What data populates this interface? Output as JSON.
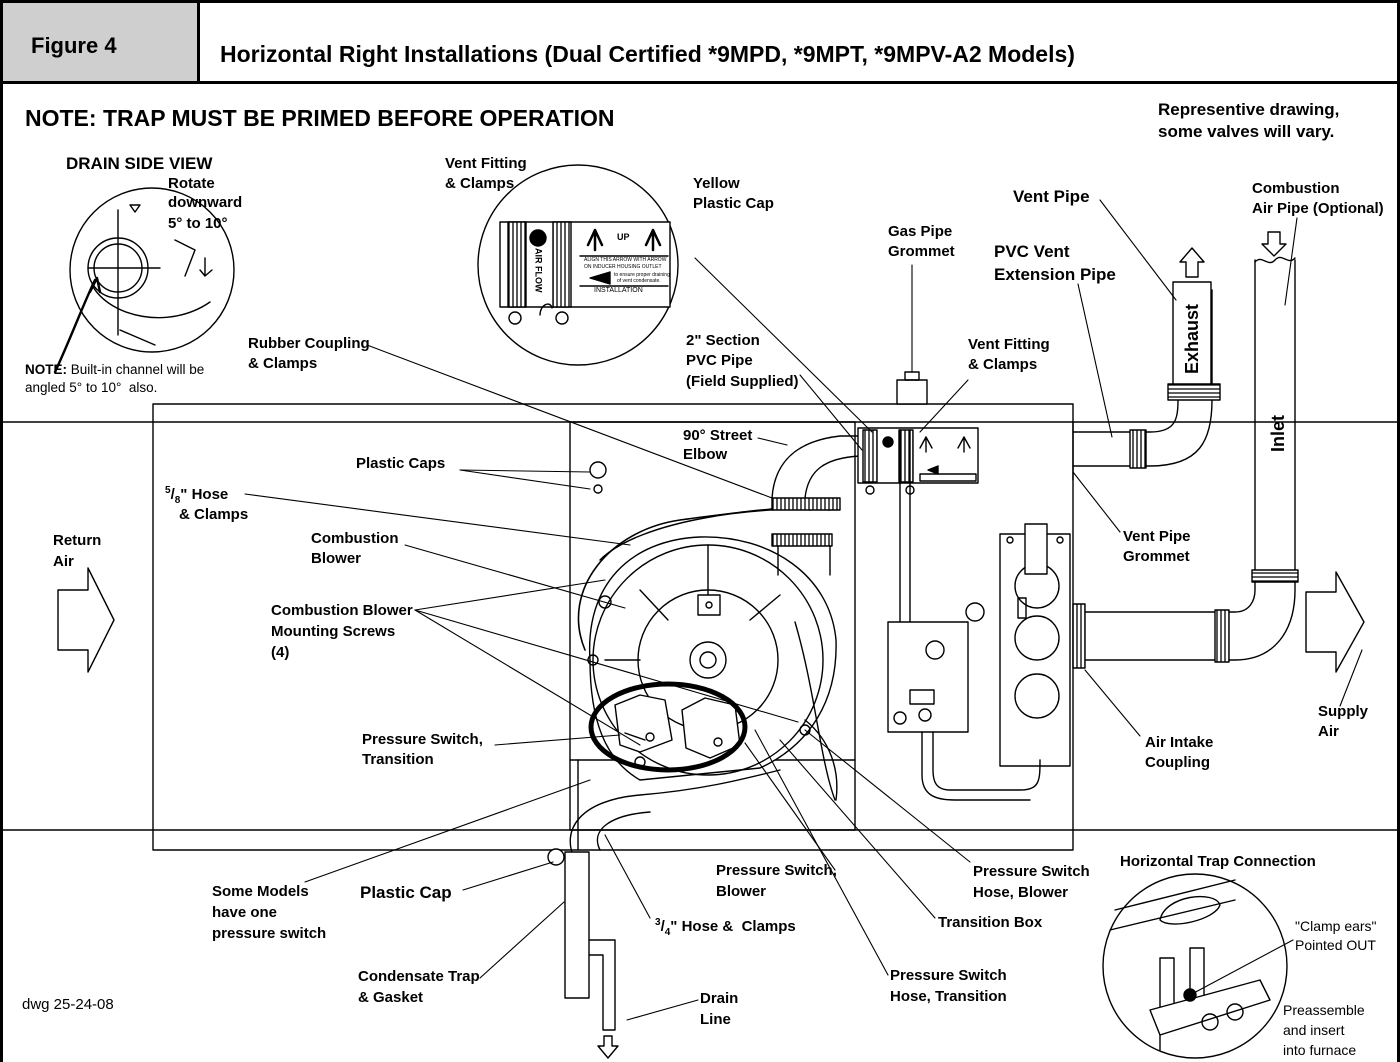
{
  "header": {
    "figure_tab": "Figure 4",
    "title": "Horizontal Right Installations (Dual Certified *9MPD, *9MPT, *9MPV-A2 Models)"
  },
  "note_trap": "NOTE: TRAP MUST BE PRIMED BEFORE OPERATION",
  "representative": [
    "Representive drawing,",
    "some valves will vary."
  ],
  "drain_view": {
    "title": "DRAIN SIDE VIEW",
    "rotate": [
      "Rotate",
      "downward",
      "5° to 10°"
    ],
    "note_bold": "NOTE:",
    "note_rest": " Built-in channel will be",
    "note_line2": "angled 5° to 10°  also."
  },
  "vent_label": {
    "up": "UP",
    "align": "ALIGN THIS ARROW WITH ARROW",
    "on_inducer": "ON INDUCER HOUSING OUTLET",
    "ensure": "to ensure proper draining",
    "condensate": "of vent condensate.",
    "installation": "INSTALLATION",
    "airflow": "AIR FLOW"
  },
  "labels": {
    "vent_fitting_top": [
      "Vent Fitting",
      "& Clamps"
    ],
    "yellow_cap": [
      "Yellow",
      "Plastic Cap"
    ],
    "rubber_coupling": [
      "Rubber Coupling",
      "& Clamps"
    ],
    "gas_grommet": [
      "Gas Pipe",
      "Grommet"
    ],
    "vent_pipe": "Vent Pipe",
    "pvc_ext": [
      "PVC Vent",
      "Extension Pipe"
    ],
    "combustion_air": [
      "Combustion",
      "Air Pipe (Optional)"
    ],
    "exhaust": "Exhaust",
    "inlet": "Inlet",
    "section_2": [
      "2\" Section",
      "PVC Pipe",
      "(Field Supplied)"
    ],
    "vent_fitting_mid": [
      "Vent Fitting",
      "& Clamps"
    ],
    "street_elbow": [
      "90° Street",
      "Elbow"
    ],
    "plastic_caps": "Plastic Caps",
    "hose_58_num": "5",
    "hose_58_den": "8",
    "hose_58_rest": "\" Hose",
    "hose_58_line2": "& Clamps",
    "return_air": [
      "Return",
      "Air"
    ],
    "combustion_blower": [
      "Combustion",
      "Blower"
    ],
    "mounting_screws": [
      "Combustion Blower",
      "Mounting Screws",
      "(4)"
    ],
    "vent_grommet": [
      "Vent Pipe",
      "Grommet"
    ],
    "pressure_transition": [
      "Pressure Switch,",
      "Transition"
    ],
    "supply_air": [
      "Supply",
      "Air"
    ],
    "air_intake": [
      "Air Intake",
      "Coupling"
    ],
    "ps_blower": [
      "Pressure Switch,",
      "Blower"
    ],
    "ps_hose_blower": [
      "Pressure Switch",
      "Hose, Blower"
    ],
    "horiz_trap": "Horizontal Trap Connection",
    "some_models": [
      "Some Models",
      "have one",
      "pressure switch"
    ],
    "plastic_cap": "Plastic Cap",
    "hose_34_num": "3",
    "hose_34_den": "4",
    "hose_34_rest": "\" Hose &  Clamps",
    "transition_box": "Transition Box",
    "clamp_ears": [
      "\"Clamp ears\"",
      "Pointed OUT"
    ],
    "condensate_trap": [
      "Condensate Trap",
      "& Gasket"
    ],
    "ps_hose_transition": [
      "Pressure Switch",
      "Hose, Transition"
    ],
    "preassemble": [
      "Preassemble",
      "and insert",
      "into furnace"
    ],
    "drain_line": [
      "Drain",
      "Line"
    ],
    "dwg": "dwg 25-24-08"
  }
}
